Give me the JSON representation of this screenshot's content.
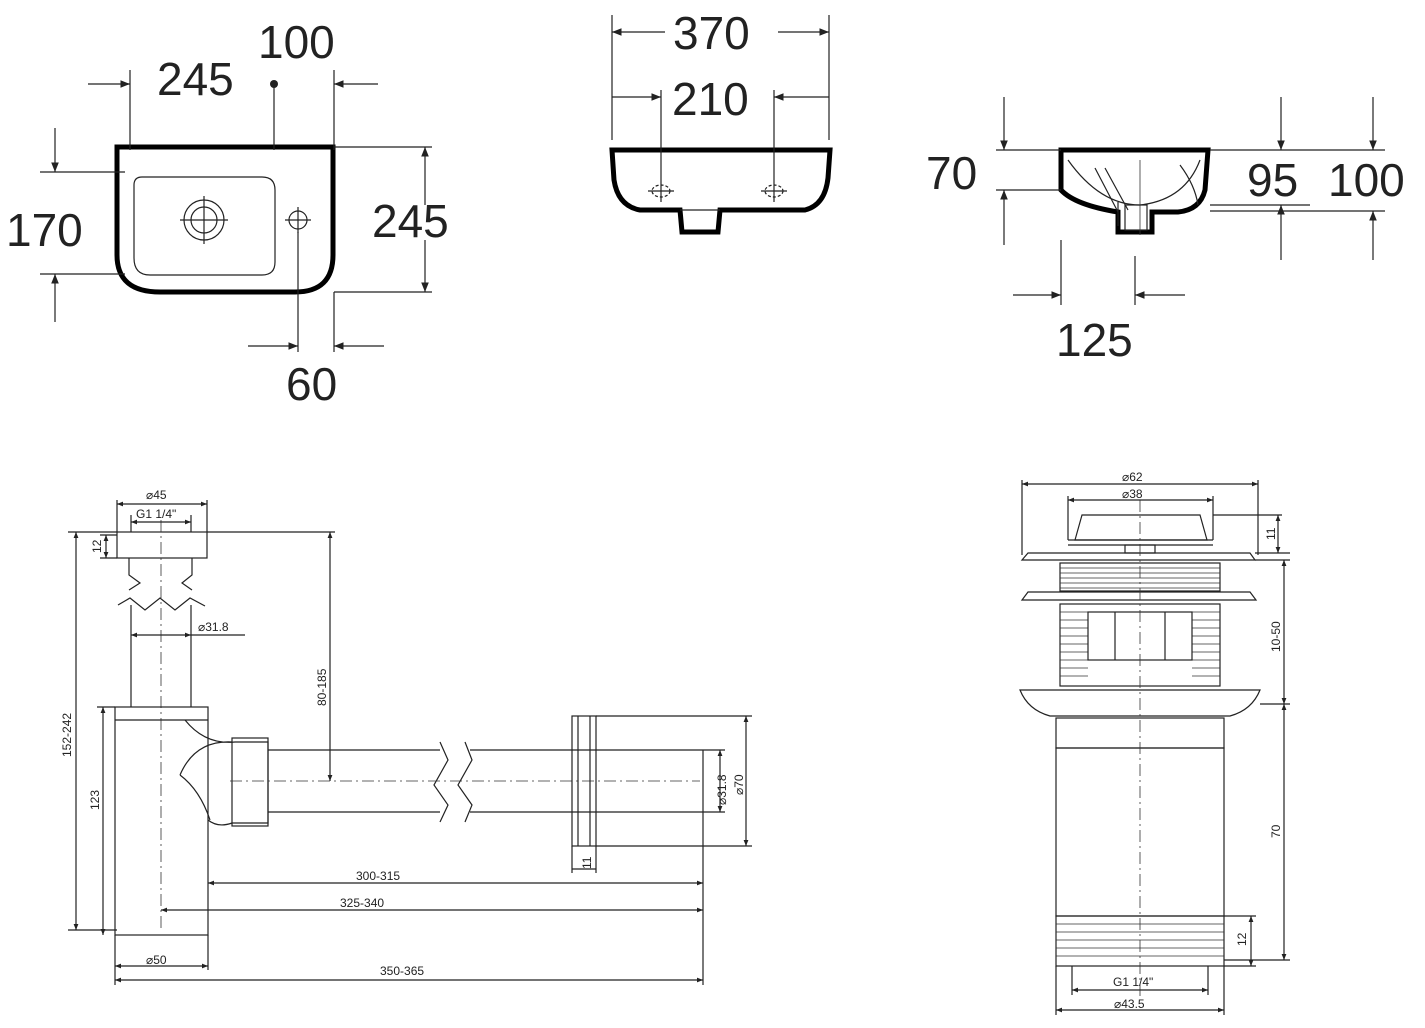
{
  "basin_top": {
    "dim_245_top": "245",
    "dim_100": "100",
    "dim_170": "170",
    "dim_245_right": "245",
    "dim_60": "60"
  },
  "basin_front": {
    "dim_370": "370",
    "dim_210": "210"
  },
  "basin_side": {
    "dim_70": "70",
    "dim_95": "95",
    "dim_100": "100",
    "dim_125": "125"
  },
  "siphon": {
    "d45": "⌀45",
    "g114": "G1 1/4\"",
    "d12": "12",
    "d318_top": "⌀31.8",
    "d152_242": "152-242",
    "d80_185": "80-185",
    "d123": "123",
    "d318_right": "⌀31.8",
    "d70": "⌀70",
    "d11": "11",
    "d300_315": "300-315",
    "d325_340": "325-340",
    "d50": "⌀50",
    "d350_365": "350-365"
  },
  "waste": {
    "d62": "⌀62",
    "d38": "⌀38",
    "d11": "11",
    "d10_50": "10-50",
    "d70": "70",
    "d12": "12",
    "g114": "G1 1/4\"",
    "d435": "⌀43.5"
  }
}
